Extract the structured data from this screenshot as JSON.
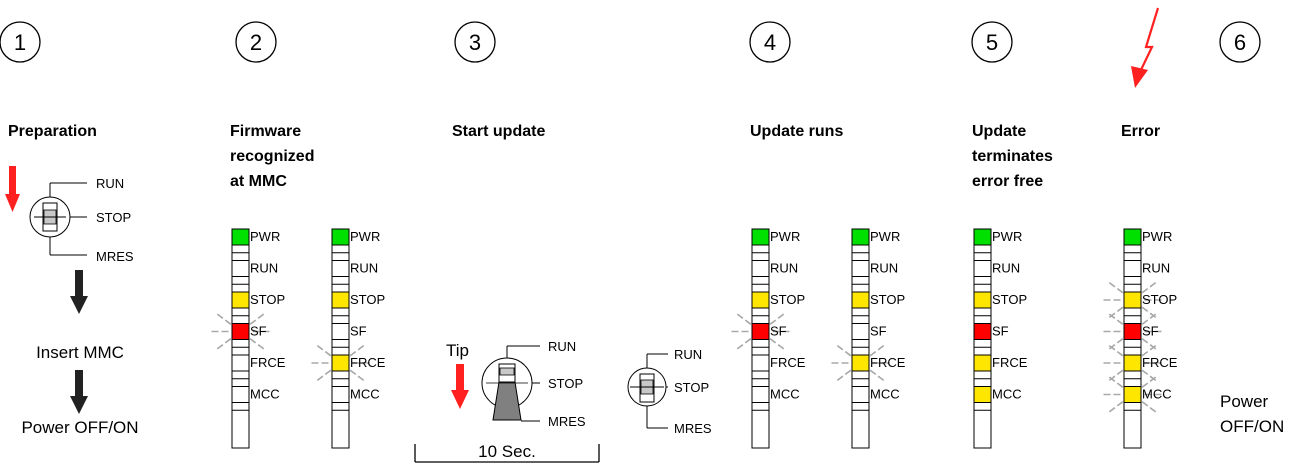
{
  "steps": [
    {
      "number": "1",
      "title": [
        "Preparation"
      ],
      "caption": [
        "Insert MMC",
        "Power OFF/ON"
      ]
    },
    {
      "number": "2",
      "title": [
        "Firmware",
        "recognized",
        "at MMC"
      ]
    },
    {
      "number": "3",
      "title": [
        "Start update"
      ],
      "tip_label": "Tip",
      "duration_label": "10 Sec."
    },
    {
      "number": "4",
      "title": [
        "Update runs"
      ]
    },
    {
      "number": "5",
      "title": [
        "Update",
        "terminates",
        "error free"
      ]
    },
    {
      "number": "6",
      "title": [
        "Error"
      ],
      "caption": [
        "Power",
        "OFF/ON"
      ]
    }
  ],
  "switch_labels": [
    "RUN",
    "STOP",
    "MRES"
  ],
  "led_labels": [
    "PWR",
    "RUN",
    "STOP",
    "SF",
    "FRCE",
    "MCC"
  ],
  "colors": {
    "off": "#ffffff",
    "green": "#00e000",
    "yellow": "#ffe600",
    "red": "#ff0000",
    "arrow_red": "#ff2020",
    "arrow_dark": "#222222",
    "blink_rays": "#a8a8a8",
    "border": "#000000",
    "switch_body": "#c8c8c8",
    "lever": "#808080"
  },
  "led_columns": [
    {
      "id": "col-2a",
      "states": [
        "green",
        "off",
        "yellow",
        "red",
        "off",
        "off"
      ],
      "blink": [
        false,
        false,
        false,
        true,
        false,
        false
      ]
    },
    {
      "id": "col-2b",
      "states": [
        "green",
        "off",
        "yellow",
        "off",
        "yellow",
        "off"
      ],
      "blink": [
        false,
        false,
        false,
        false,
        true,
        false
      ]
    },
    {
      "id": "col-4a",
      "states": [
        "green",
        "off",
        "yellow",
        "red",
        "off",
        "off"
      ],
      "blink": [
        false,
        false,
        false,
        true,
        false,
        false
      ]
    },
    {
      "id": "col-4b",
      "states": [
        "green",
        "off",
        "yellow",
        "off",
        "yellow",
        "off"
      ],
      "blink": [
        false,
        false,
        false,
        false,
        true,
        false
      ]
    },
    {
      "id": "col-5",
      "states": [
        "green",
        "off",
        "yellow",
        "red",
        "yellow",
        "yellow"
      ],
      "blink": [
        false,
        false,
        false,
        false,
        false,
        false
      ]
    },
    {
      "id": "col-6",
      "states": [
        "green",
        "off",
        "yellow",
        "red",
        "yellow",
        "yellow"
      ],
      "blink": [
        false,
        false,
        true,
        true,
        true,
        true
      ]
    }
  ]
}
